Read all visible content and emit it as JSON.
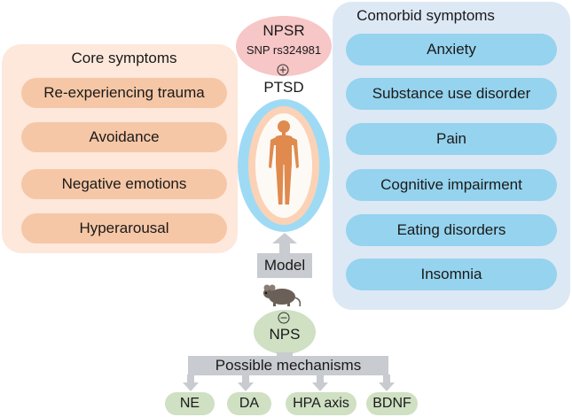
{
  "npsr": {
    "title": "NPSR",
    "snp": "SNP rs324981",
    "relation_symbol": "⊕",
    "outcome": "PTSD"
  },
  "core": {
    "title": "Core symptoms",
    "items": [
      "Re-experiencing trauma",
      "Avoidance",
      "Negative emotions",
      "Hyperarousal"
    ]
  },
  "comorbid": {
    "title": "Comorbid symptoms",
    "items": [
      "Anxiety",
      "Substance use disorder",
      "Pain",
      "Cognitive  impairment",
      "Eating disorders",
      "Insomnia"
    ]
  },
  "model": {
    "label": "Model"
  },
  "nps": {
    "label": "NPS",
    "relation_symbol": "⊖"
  },
  "mechanisms": {
    "title": "Possible mechanisms",
    "items": [
      "NE",
      "DA",
      "HPA axis",
      "BDNF"
    ]
  },
  "colors": {
    "core_panel": "#fde8db",
    "core_pill": "#f6c7a6",
    "comorbid_panel": "#dde8f5",
    "comorbid_pill": "#95d3ee",
    "npsr_oval": "#f7c6c6",
    "nps_oval": "#cfe0c3",
    "connector_gray": "#c8cbcf",
    "human_figure": "#e08a4e"
  },
  "icons": [
    "human-body-icon",
    "mouse-icon",
    "up-arrow-icon",
    "down-arrow-icon"
  ]
}
